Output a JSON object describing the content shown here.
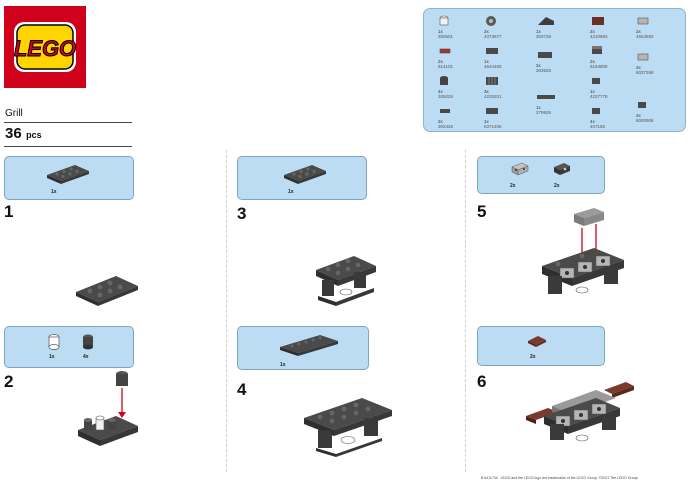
{
  "brand": {
    "logo_text": "LEGO",
    "color": "#d0021b"
  },
  "set": {
    "name": "Grill",
    "piece_count": "36",
    "piece_unit": "pcs"
  },
  "inventory": [
    {
      "qty": "1x",
      "part_id": "300501",
      "shape": "round-white"
    },
    {
      "qty": "2x",
      "part_id": "4073677",
      "shape": "gear"
    },
    {
      "qty": "1x",
      "part_id": "303726",
      "shape": "slope"
    },
    {
      "qty": "2x",
      "part_id": "4210683",
      "shape": "tile-brown"
    },
    {
      "qty": "2x",
      "part_id": "4654582",
      "shape": "bracket-light"
    },
    {
      "qty": "2x",
      "part_id": "614101",
      "shape": "plate-red"
    },
    {
      "qty": "1x",
      "part_id": "4544450",
      "shape": "plate-dark"
    },
    {
      "qty": "2x",
      "part_id": "303926",
      "shape": "brick-dark"
    },
    {
      "qty": "2x",
      "part_id": "6194808",
      "shape": "bracket-dark"
    },
    {
      "qty": "2x",
      "part_id": "6037268",
      "shape": "bracket-light"
    },
    {
      "qty": "4x",
      "part_id": "306226",
      "shape": "round-dark"
    },
    {
      "qty": "3x",
      "part_id": "4225201",
      "shape": "grille"
    },
    {
      "qty": "1x",
      "part_id": "4227778",
      "shape": "tile-dark"
    },
    {
      "qty": "2x",
      "part_id": "302426",
      "shape": "plate-dark"
    },
    {
      "qty": "1x",
      "part_id": "6371406",
      "shape": "plate-dark"
    },
    {
      "qty": "1x",
      "part_id": "279926",
      "shape": "plate-long"
    },
    {
      "qty": "4x",
      "part_id": "407155",
      "shape": "tile-dark"
    },
    {
      "qty": "2x",
      "part_id": "6000906",
      "shape": "tile-dark"
    }
  ],
  "steps": [
    {
      "number": "1",
      "parts": [
        {
          "qty": "1x"
        }
      ]
    },
    {
      "number": "2",
      "parts": [
        {
          "qty": "1x"
        },
        {
          "qty": "4x"
        }
      ]
    },
    {
      "number": "3",
      "parts": [
        {
          "qty": "1x"
        }
      ]
    },
    {
      "number": "4",
      "parts": [
        {
          "qty": "1x"
        }
      ]
    },
    {
      "number": "5",
      "parts": [
        {
          "qty": "2x"
        },
        {
          "qty": "2x"
        }
      ]
    },
    {
      "number": "6",
      "parts": [
        {
          "qty": "2x"
        }
      ]
    }
  ],
  "footer": {
    "code": "B 6411734",
    "legal": "LEGO and the LEGO logo are trademarks of the LEGO Group. ©2021 The LEGO Group."
  },
  "colors": {
    "callout_bg": "#bcdcf3",
    "dark_bluish_gray": "#4a4a4a",
    "light_bluish_gray": "#b5b5b5",
    "reddish_brown": "#6b2f25",
    "arrow": "#d0021b"
  }
}
